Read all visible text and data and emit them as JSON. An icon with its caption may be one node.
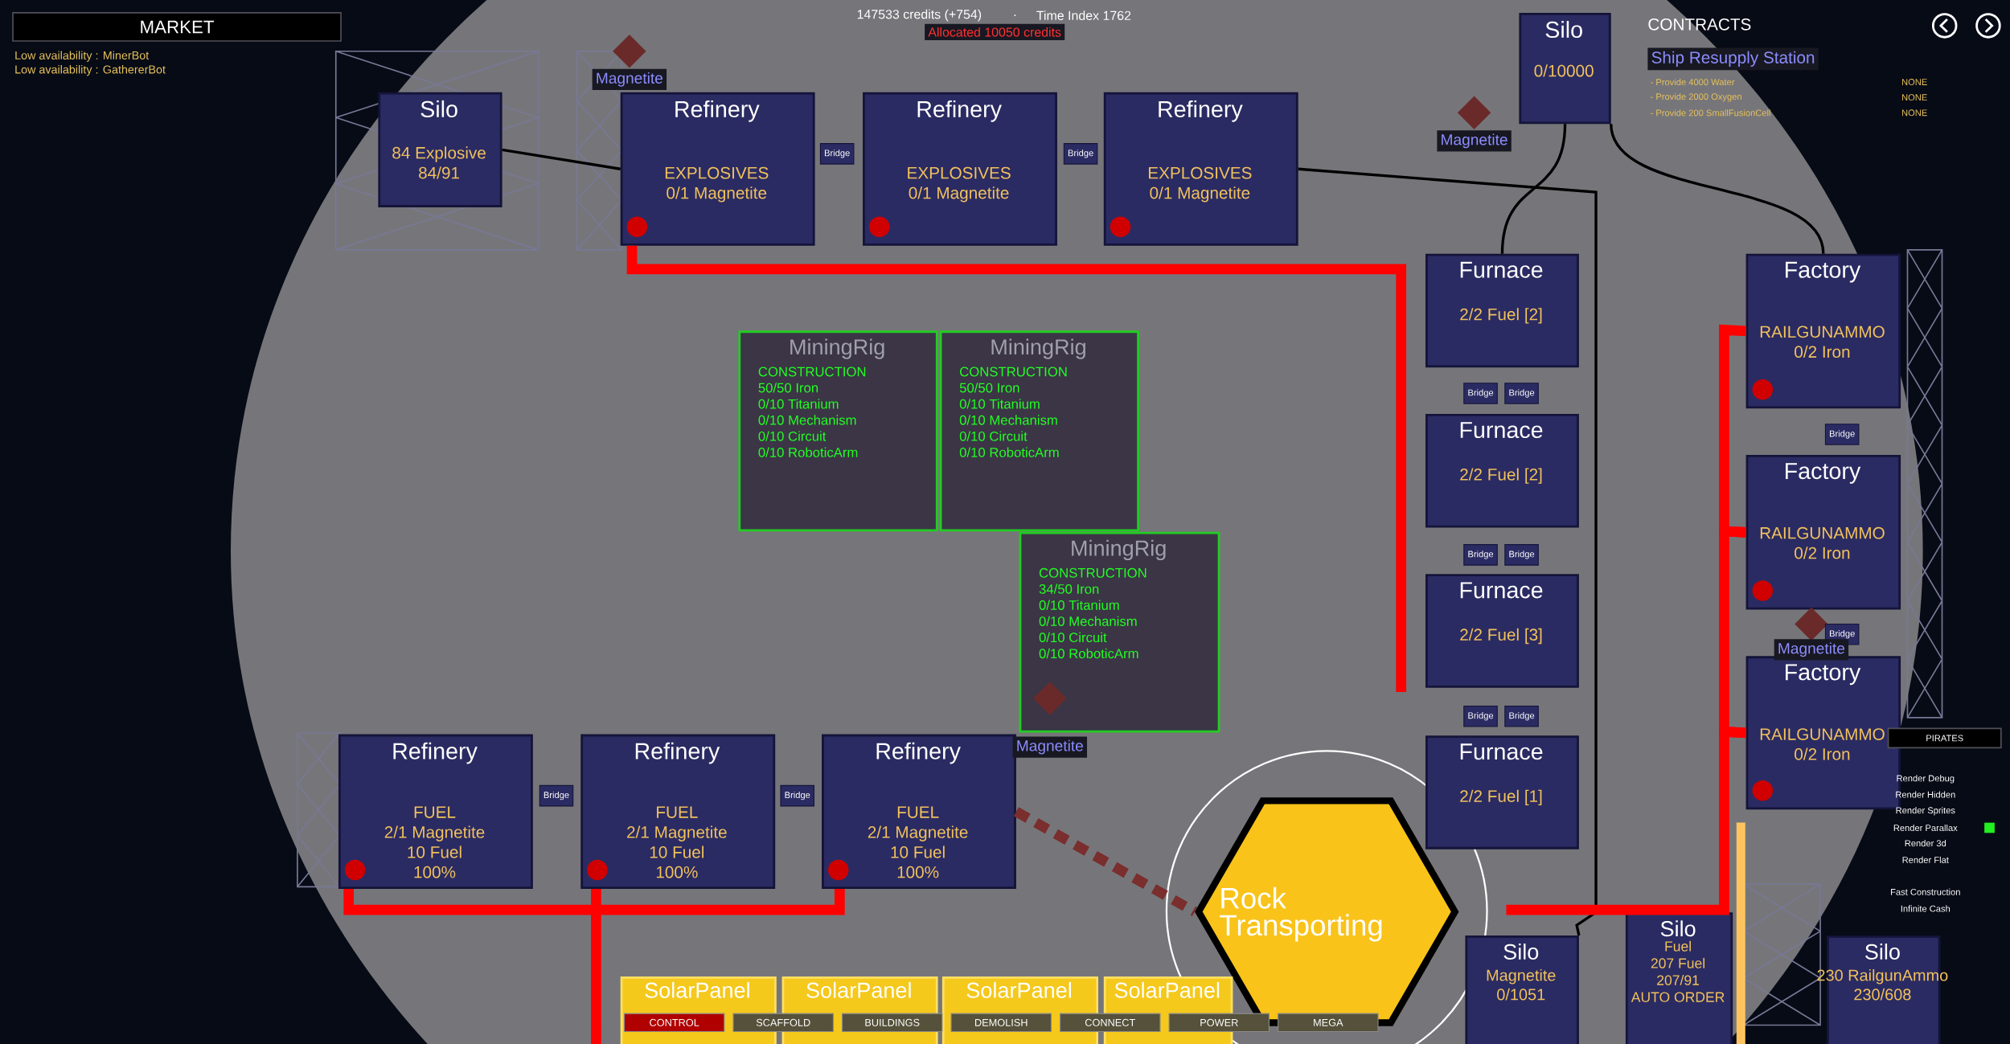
{
  "diagram": {
    "nodes": [
      {
        "text": [
          "Silo",
          "84 Explosive",
          "84/91"
        ]
      },
      {
        "text": [
          "Refinery",
          "EXPLOSIVES",
          "0/1 Magnetite"
        ]
      },
      {
        "text": [
          "Refinery",
          "EXPLOSIVES",
          "0/1 Magnetite"
        ]
      },
      {
        "text": [
          "Refinery",
          "EXPLOSIVES",
          "0/1 Magnetite"
        ]
      },
      {
        "text": [
          "Silo",
          "0/10000"
        ]
      },
      {
        "text": [
          "Furnace",
          "2/2 Fuel [2]"
        ]
      },
      {
        "text": [
          "Furnace",
          "2/2 Fuel [2]"
        ]
      },
      {
        "text": [
          "Furnace",
          "2/2 Fuel [3]"
        ]
      },
      {
        "text": [
          "Furnace",
          "2/2 Fuel [1]"
        ]
      },
      {
        "text": [
          "Factory",
          "RAILGUNAMMO",
          "0/2 Iron"
        ]
      },
      {
        "text": [
          "Factory",
          "RAILGUNAMMO",
          "0/2 Iron"
        ]
      },
      {
        "text": [
          "Factory",
          "RAILGUNAMMO",
          "0/2 Iron"
        ]
      },
      {
        "text": [
          "MiningRig",
          "CONSTRUCTION",
          "50/50 Iron",
          "0/10 Titanium",
          "0/10 Mechanism",
          "0/10 Circuit",
          "0/10 RoboticArm"
        ]
      },
      {
        "text": [
          "MiningRig",
          "CONSTRUCTION",
          "50/50 Iron",
          "0/10 Titanium",
          "0/10 Mechanism",
          "0/10 Circuit",
          "0/10 RoboticArm"
        ]
      },
      {
        "text": [
          "MiningRig",
          "CONSTRUCTION",
          "34/50 Iron",
          "0/10 Titanium",
          "0/10 Mechanism",
          "0/10 Circuit",
          "0/10 RoboticArm"
        ]
      },
      {
        "text": [
          "Refinery",
          "FUEL",
          "2/1 Magnetite",
          "10 Fuel",
          "100%"
        ]
      },
      {
        "text": [
          "Refinery",
          "FUEL",
          "2/1 Magnetite",
          "10 Fuel",
          "100%"
        ]
      },
      {
        "text": [
          "Refinery",
          "FUEL",
          "2/1 Magnetite",
          "10 Fuel",
          "100%"
        ]
      },
      {
        "text": [
          "Rock Transporting"
        ]
      },
      {
        "text": [
          "Silo",
          "Magnetite",
          "0/1051"
        ]
      },
      {
        "text": [
          "Silo",
          "Fuel",
          "207 Fuel",
          "207/91",
          "AUTO ORDER"
        ]
      },
      {
        "text": [
          "Silo",
          "230 RailgunAmmo",
          "230/608"
        ]
      },
      {
        "text": [
          "SolarPanel"
        ]
      },
      {
        "text": [
          "SolarPanel"
        ]
      },
      {
        "text": [
          "SolarPanel"
        ]
      },
      {
        "text": [
          "SolarPanel"
        ]
      }
    ],
    "edges": [
      {
        "from": 0,
        "to": 1,
        "arrow": "none",
        "color": "#000000"
      },
      {
        "from": 3,
        "to": 19,
        "arrow": "none",
        "color": "#000000"
      },
      {
        "from": 4,
        "to": 5,
        "arrow": "none",
        "color": "#000000"
      },
      {
        "from": 4,
        "to": 9,
        "arrow": "none",
        "color": "#000000"
      },
      {
        "from": 17,
        "to": 18,
        "arrow": "none",
        "style": "dashed",
        "color": "#7a2e2e"
      },
      {
        "from": 1,
        "to": null,
        "arrow": "none"
      },
      {
        "from": 9,
        "to": 10,
        "arrow": "none"
      },
      {
        "from": 10,
        "to": 11,
        "arrow": "none"
      },
      {
        "from": null,
        "to": 11,
        "arrow": "none"
      },
      {
        "from": 15,
        "to": 17,
        "arrow": "none"
      },
      {
        "from": 16,
        "to": null,
        "arrow": "none"
      }
    ],
    "labels": [
      "MARKET",
      "Low availability : MinerBot",
      "Low availability : GathererBot",
      "147533 credits (+754)",
      ".",
      "Time Index 1762",
      "Allocated 10050 credits",
      "CONTRACTS",
      "Ship Resupply Station",
      "- Provide 4000 Water",
      "NONE",
      "- Provide 2000 Oxygen",
      "NONE",
      "- Provide 200 SmallFusionCell",
      "NONE",
      "Magnetite",
      "Bridge",
      "Bridge",
      "Magnetite",
      "Bridge",
      "Bridge",
      "Bridge",
      "Bridge",
      "Bridge",
      "Bridge",
      "Bridge",
      "Bridge",
      "Magnetite",
      "Magnetite",
      "PIRATES",
      "Render Debug",
      "Render Hidden",
      "Render Sprites",
      "Render Parallax",
      "Render 3d",
      "Render Flat",
      "Fast Construction",
      "Infinite Cash",
      "Bridge",
      "Bridge",
      "CONTROL",
      "SCAFFOLD",
      "BUILDINGS",
      "DEMOLISH",
      "CONNECT",
      "POWER",
      "MEGA"
    ]
  }
}
